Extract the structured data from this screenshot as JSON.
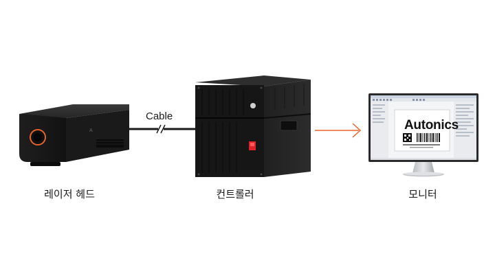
{
  "labels": {
    "laser_head": "레이저 헤드",
    "controller": "컨트롤러",
    "monitor": "모니터",
    "cable": "Cable"
  },
  "monitor_screen": {
    "logo": "Autonics"
  },
  "colors": {
    "device_body": "#1c1c1c",
    "accent_orange": "#e8632b",
    "power_button_red": "#e0232a",
    "arrow": "#e8632b"
  }
}
